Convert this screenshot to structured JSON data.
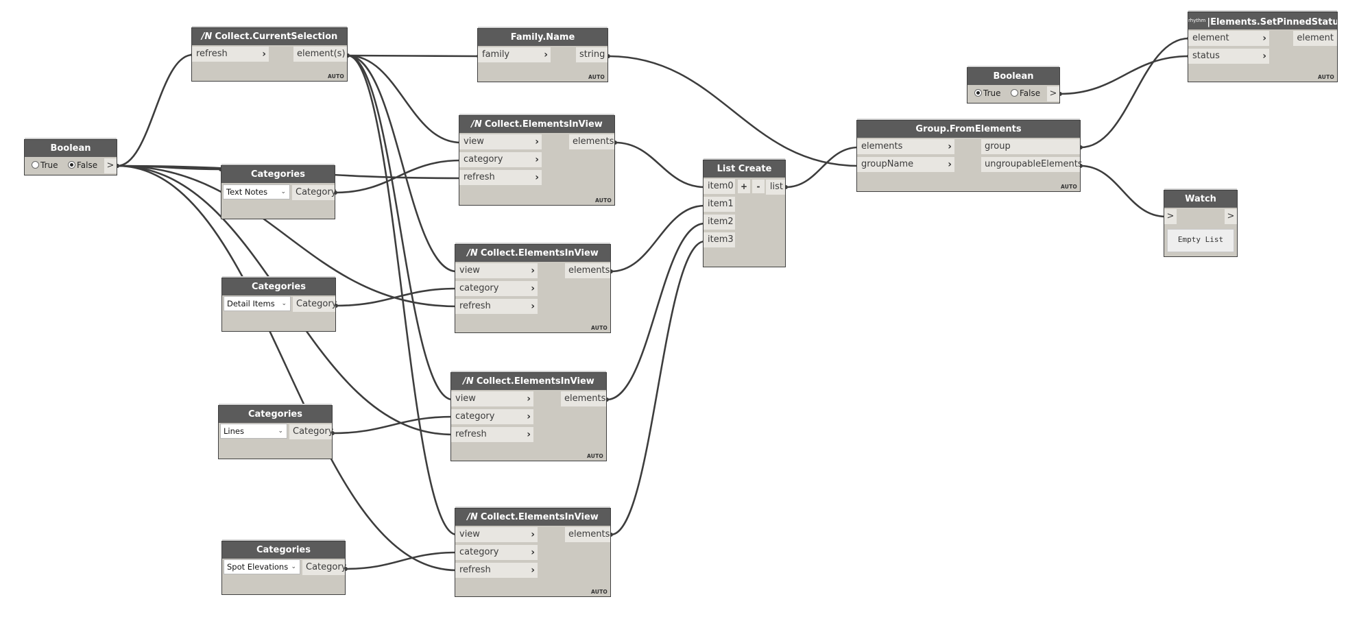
{
  "nodes": {
    "bool_left": {
      "title": "Boolean",
      "true_label": "True",
      "false_label": "False",
      "selected": "False",
      "out": ">"
    },
    "collect_sel": {
      "title": "Collect.CurrentSelection",
      "brand": "/N",
      "in_refresh": "refresh",
      "out": "element(s)",
      "lacing": "AUTO"
    },
    "family_name": {
      "title": "Family.Name",
      "in_family": "family",
      "out": "string",
      "lacing": "AUTO"
    },
    "ev1": {
      "title": "Collect.ElementsInView",
      "brand": "/N",
      "in_view": "view",
      "in_category": "category",
      "in_refresh": "refresh",
      "out": "elements",
      "lacing": "AUTO"
    },
    "ev2": {
      "title": "Collect.ElementsInView",
      "brand": "/N",
      "in_view": "view",
      "in_category": "category",
      "in_refresh": "refresh",
      "out": "elements",
      "lacing": "AUTO"
    },
    "ev3": {
      "title": "Collect.ElementsInView",
      "brand": "/N",
      "in_view": "view",
      "in_category": "category",
      "in_refresh": "refresh",
      "out": "elements",
      "lacing": "AUTO"
    },
    "ev4": {
      "title": "Collect.ElementsInView",
      "brand": "/N",
      "in_view": "view",
      "in_category": "category",
      "in_refresh": "refresh",
      "out": "elements",
      "lacing": "AUTO"
    },
    "cat1": {
      "title": "Categories",
      "value": "Text Notes",
      "out": "Category"
    },
    "cat2": {
      "title": "Categories",
      "value": "Detail Items",
      "out": "Category"
    },
    "cat3": {
      "title": "Categories",
      "value": "Lines",
      "out": "Category"
    },
    "cat4": {
      "title": "Categories",
      "value": "Spot Elevations",
      "out": "Category"
    },
    "list_create": {
      "title": "List Create",
      "items": [
        "item0",
        "item1",
        "item2",
        "item3"
      ],
      "add": "+",
      "remove": "-",
      "out": "list"
    },
    "group_from": {
      "title": "Group.FromElements",
      "in_elements": "elements",
      "in_groupName": "groupName",
      "out_group": "group",
      "out_ungroupable": "ungroupableElements",
      "lacing": "AUTO"
    },
    "bool_right": {
      "title": "Boolean",
      "true_label": "True",
      "false_label": "False",
      "selected": "True",
      "out": ">"
    },
    "pinned": {
      "title": "Elements.SetPinnedStatus",
      "brand": "rhythm",
      "in_element": "element",
      "in_status": "status",
      "out": "element",
      "lacing": "AUTO"
    },
    "watch": {
      "title": "Watch",
      "in": ">",
      "out": ">",
      "content": "Empty List"
    }
  },
  "colors": {
    "canvas": "#ffffff",
    "node_body": "#ccc9c1",
    "node_header": "#5b5b5b",
    "port": "#e8e6e1",
    "wire": "#3d3d3d"
  }
}
